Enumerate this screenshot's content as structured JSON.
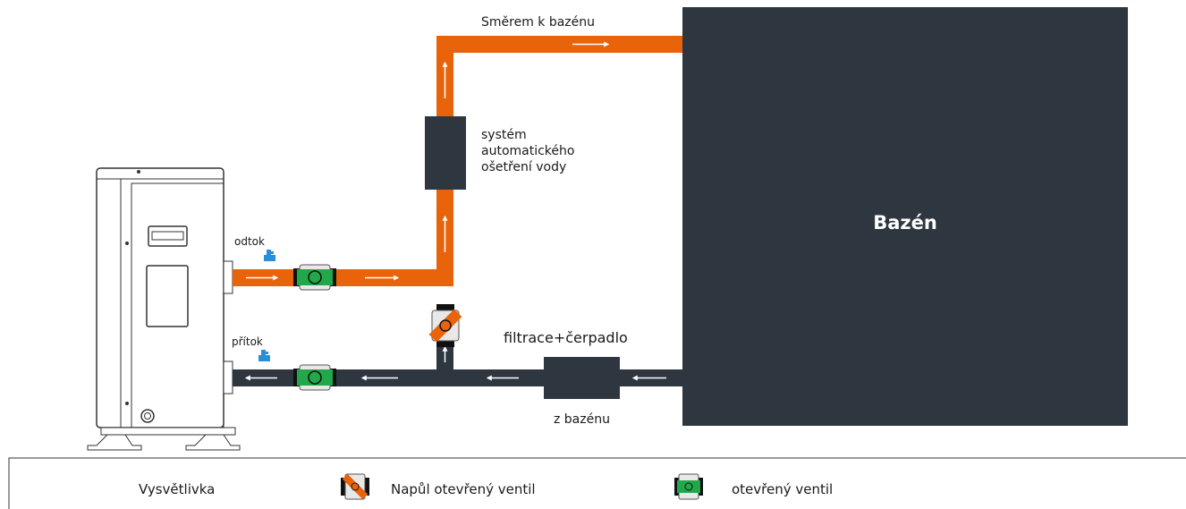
{
  "pool": {
    "label": "Bazén"
  },
  "pipes": {
    "to_pool_label": "Směrem k bazénu",
    "from_pool_label": "z bazénu",
    "outlet_label": "odtok",
    "inlet_label": "přítok"
  },
  "equipment": {
    "water_treatment_lines": [
      "systém",
      "automatického",
      "ošetření vody"
    ],
    "filter_pump_label": "filtrace+čerpadlo"
  },
  "legend": {
    "title": "Vysvětlivka",
    "half_open_label": "Napůl otevřený ventil",
    "open_label": "otevřený ventil"
  },
  "colors": {
    "hot_pipe": "#e8630a",
    "cold_pipe": "#2e3640",
    "pool": "#2e3640",
    "valve_open": "#22a84a",
    "drain_icon": "#2a8fd6"
  }
}
